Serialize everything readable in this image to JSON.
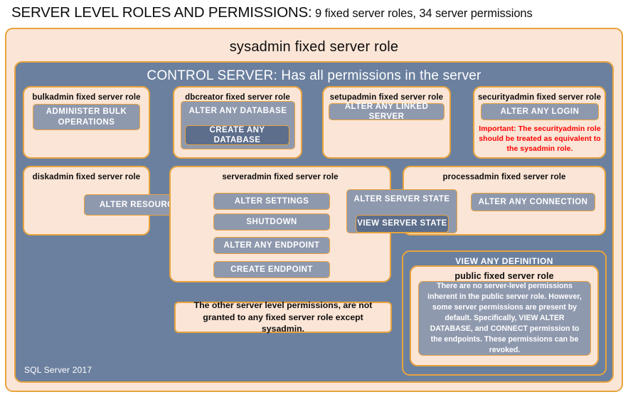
{
  "title": {
    "main": "SERVER LEVEL ROLES AND PERMISSIONS:",
    "sub": " 9 fixed server roles, 34 server permissions"
  },
  "sysadmin": {
    "label": "sysadmin  fixed  server  role"
  },
  "control_server": {
    "label": "CONTROL SERVER: Has all permissions in the server"
  },
  "roles": {
    "bulkadmin": {
      "title": "bulkadmin  fixed server role",
      "permission": "ADMINISTER  BULK OPERATIONS"
    },
    "dbcreator": {
      "title": "dbcreator fixed  server role",
      "permission_outer": "ALTER ANY DATABASE",
      "permission_inner": "CREATE  ANY DATABASE"
    },
    "setupadmin": {
      "title": "setupadmin  fixed server role",
      "permission": "ALTER ANY LINKED SERVER"
    },
    "securityadmin": {
      "title": "securityadmin  fixed server role",
      "permission": "ALTER ANY LOGIN",
      "note": "Important:  The securityadmin role should  be treated as equivalent to the sysadmin role."
    },
    "diskadmin": {
      "title": "diskadmin  fixed server role",
      "permission": "ALTER RESOURCES"
    },
    "serveradmin": {
      "title": "serveradmin fixed server role",
      "permissions": [
        "ALTER SETTINGS",
        "SHUTDOWN",
        "ALTER ANY ENDPOINT",
        "CREATE  ENDPOINT"
      ],
      "shared_permission_outer": "ALTER SERVER STATE",
      "shared_permission_inner": "VIEW SERVER STATE"
    },
    "processadmin": {
      "title": "processadmin  fixed server role",
      "permission": "ALTER ANY CONNECTION"
    },
    "public": {
      "view_any_definition": "VIEW ANY DEFINITION",
      "title": "public  fixed server role",
      "description": "There are no server-level permissions inherent in the public server role. However, some server permissions are present by default. Specifically, VIEW ALTER DATABASE, and CONNECT permission to the endpoints. These permissions can be revoked."
    }
  },
  "notes": {
    "other_permissions": "The other server level permissions,  are not granted to any fixed server role except sysadmin."
  },
  "footer": {
    "label": "SQL Server 2017"
  },
  "colors": {
    "background": "#ffffff",
    "slate": "#6b809f",
    "slate_dark": "#5d6e8c",
    "peach": "#fbe5d6",
    "gold_border": "#e8a33d",
    "chip": "#8f99ae",
    "alert_red": "#ff0000",
    "text_dark": "#0d0d0d",
    "text_light": "#ffffff"
  }
}
